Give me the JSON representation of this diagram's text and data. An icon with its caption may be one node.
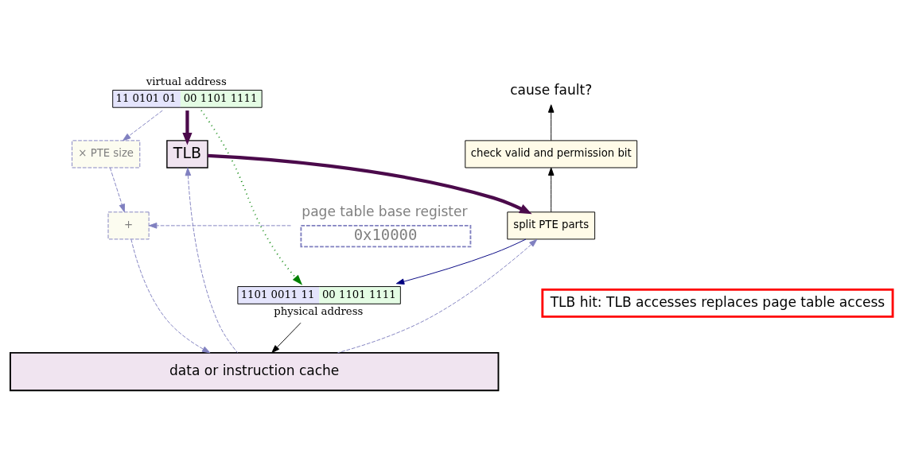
{
  "diagram": {
    "nodes": [
      {
        "text": [
          "virtual address",
          "11 0101 01",
          "00 1101 1111"
        ]
      },
      {
        "text": [
          "TLB"
        ]
      },
      {
        "text": [
          "cause fault?"
        ]
      },
      {
        "text": [
          "check valid and permission bit"
        ]
      },
      {
        "text": [
          "page table base register",
          "0x10000"
        ]
      },
      {
        "text": [
          "× PTE size"
        ]
      },
      {
        "text": [
          "+"
        ]
      },
      {
        "text": [
          "split PTE parts"
        ]
      },
      {
        "text": [
          "1101 0011 11",
          "00 1101 1111",
          "physical address"
        ]
      },
      {
        "text": [
          "TLB hit: TLB accesses replaces page table access"
        ]
      },
      {
        "text": [
          "data or instruction cache"
        ]
      }
    ],
    "edges": [
      {
        "from": 0,
        "to": 1,
        "arrow": "to",
        "style": "thick",
        "color": "#4b0a4b"
      },
      {
        "from": 0,
        "to": 5,
        "arrow": "to",
        "style": "dashed"
      },
      {
        "from": 5,
        "to": 6,
        "arrow": "to",
        "style": "dashed"
      },
      {
        "from": 4,
        "to": 6,
        "arrow": "to",
        "style": "dashed"
      },
      {
        "from": 6,
        "to": 10,
        "arrow": "to",
        "style": "dashed"
      },
      {
        "from": 10,
        "to": 7,
        "arrow": "to",
        "style": "dashed"
      },
      {
        "from": 10,
        "to": 1,
        "arrow": "to",
        "style": "dashed"
      },
      {
        "from": 1,
        "to": 7,
        "arrow": "to",
        "style": "thick",
        "color": "#4b0a4b"
      },
      {
        "from": 7,
        "to": 3,
        "arrow": "to",
        "color": "#000000"
      },
      {
        "from": 3,
        "to": 2,
        "arrow": "to",
        "color": "#000000"
      },
      {
        "from": 7,
        "to": 8,
        "arrow": "to",
        "color": "#000080"
      },
      {
        "from": 0,
        "to": 8,
        "arrow": "to",
        "style": "dashed",
        "color": "#008000"
      },
      {
        "from": 8,
        "to": 10,
        "arrow": "to",
        "color": "#000000"
      }
    ]
  }
}
